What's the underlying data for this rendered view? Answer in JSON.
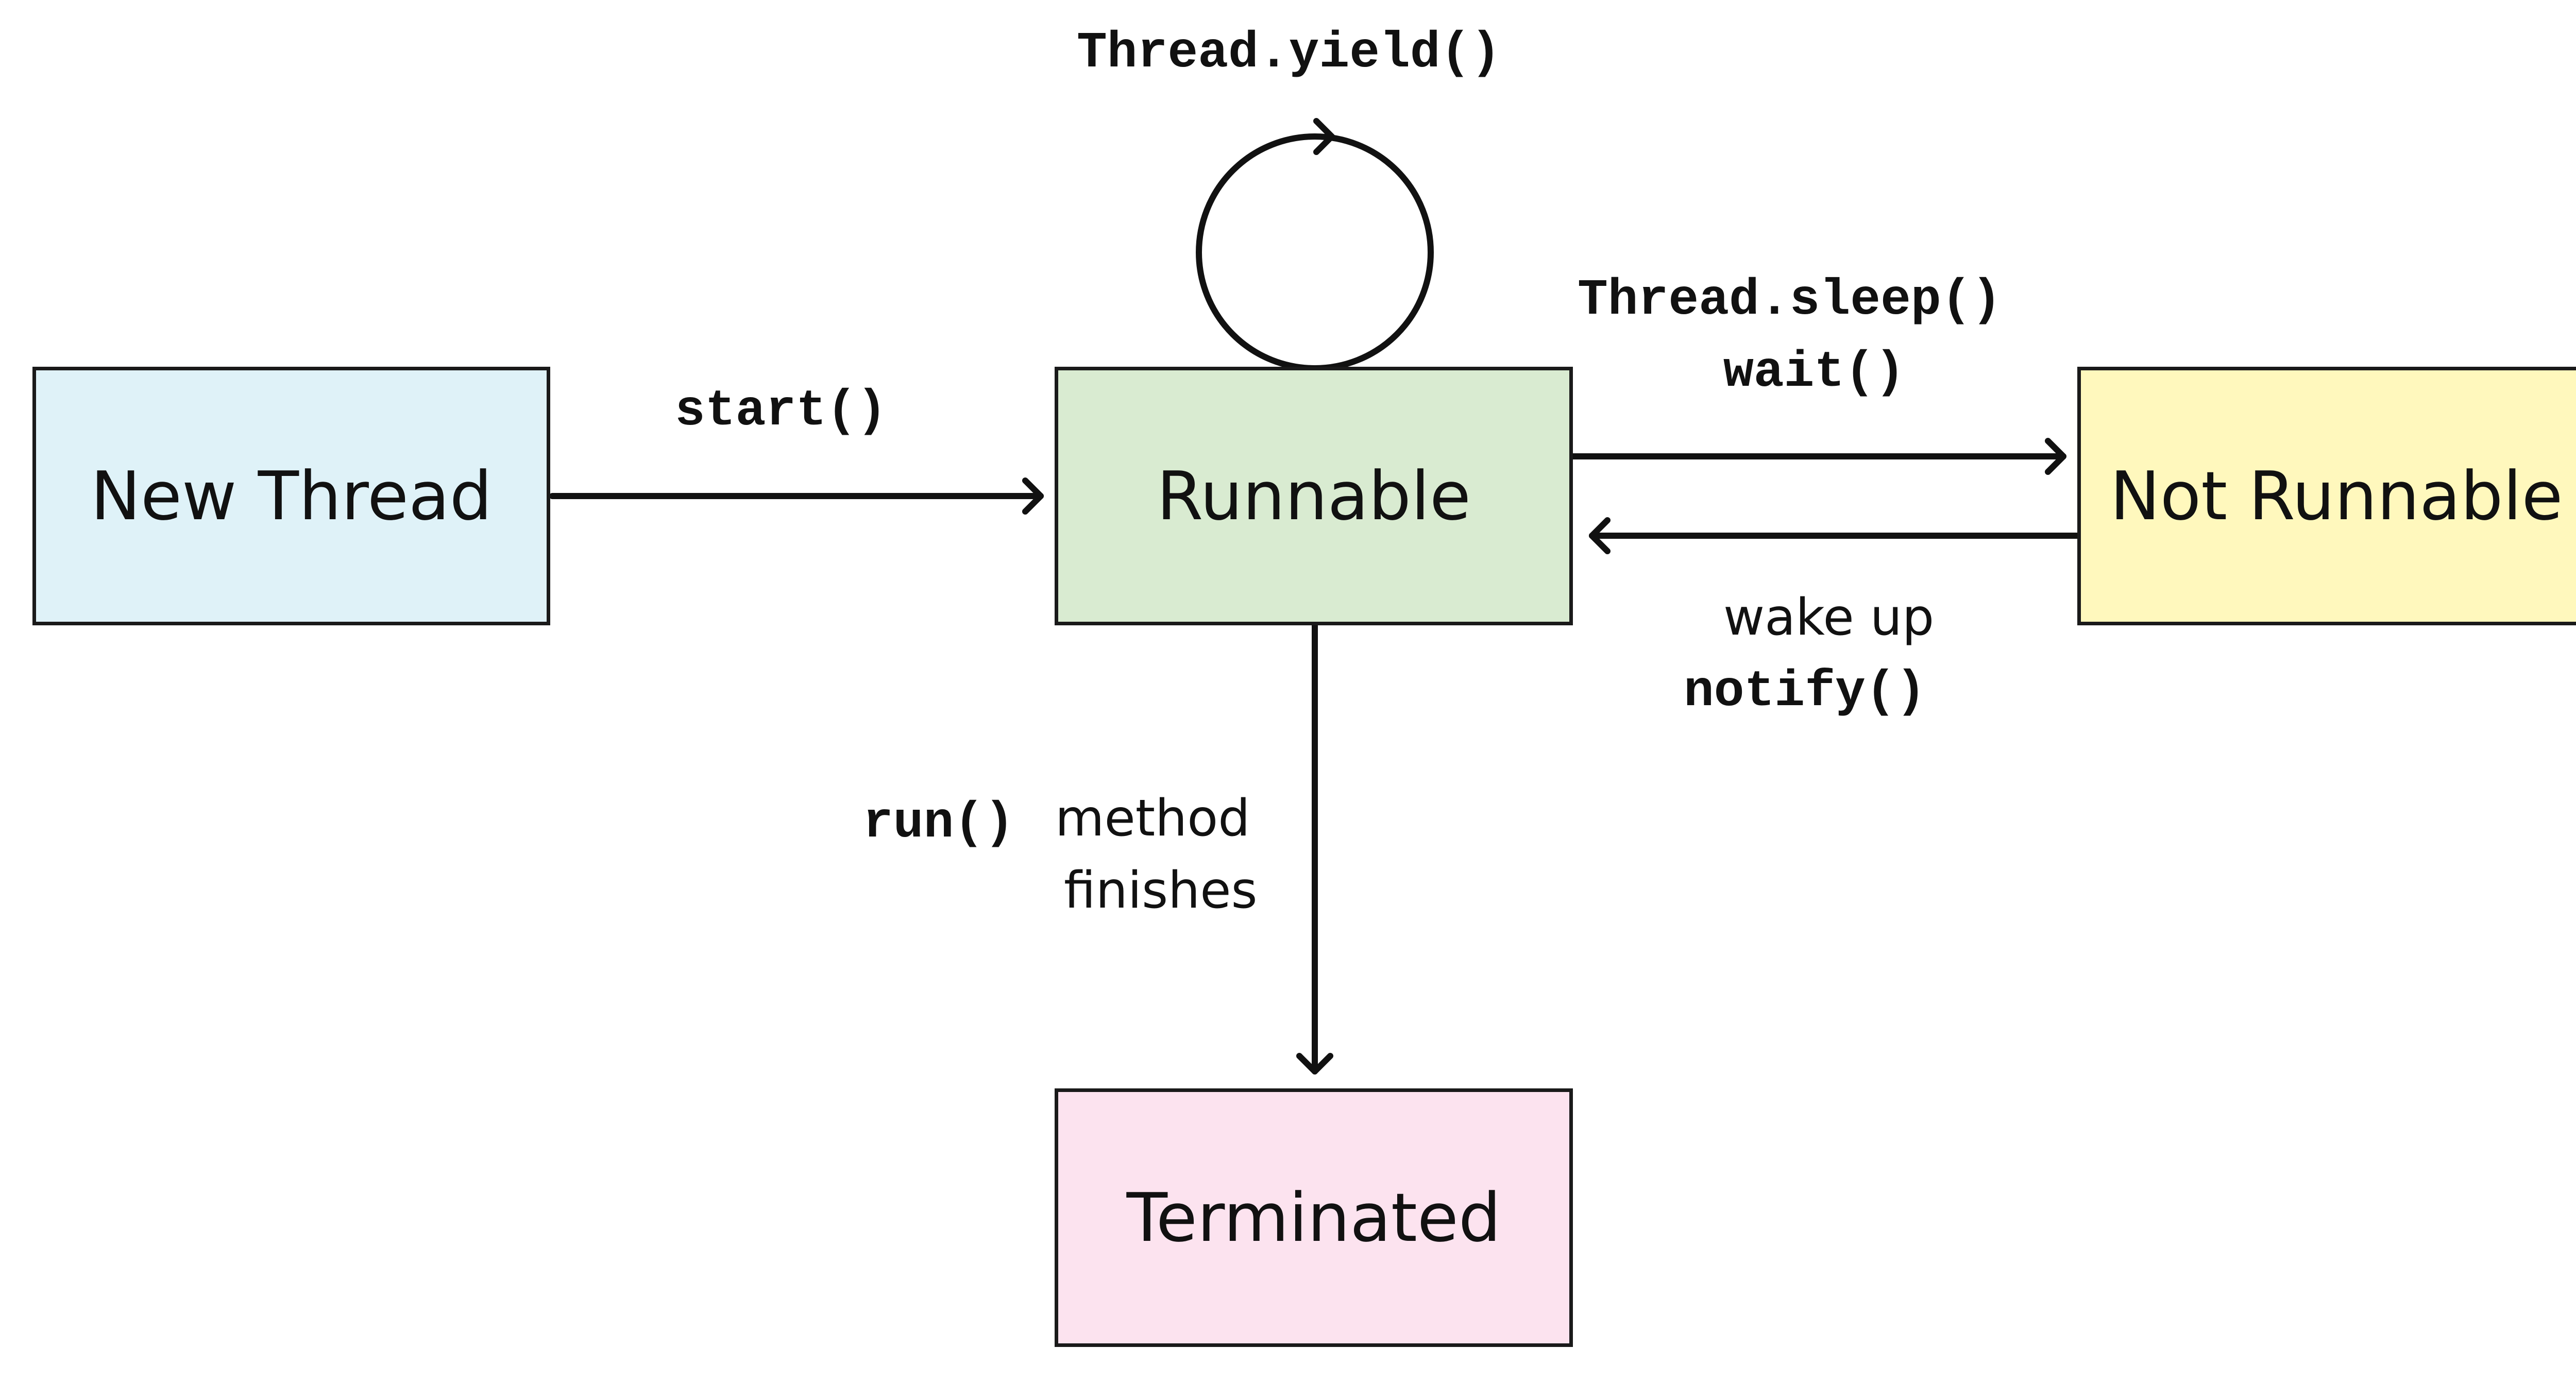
{
  "states": {
    "new_thread": {
      "label": "New Thread",
      "color": "#dff2f8"
    },
    "runnable": {
      "label": "Runnable",
      "color": "#d9ebd1"
    },
    "not_runnable": {
      "label": "Not Runnable",
      "color": "#fff8bd"
    },
    "terminated": {
      "label": "Terminated",
      "color": "#fce3ef"
    }
  },
  "transitions": {
    "start": {
      "label": "start()"
    },
    "yield": {
      "label": "Thread.yield()"
    },
    "sleep_wait": {
      "label_line1": "Thread.sleep()",
      "label_line2": "wait()"
    },
    "wake": {
      "label_line1": "wake up",
      "label_line2": "notify()"
    },
    "finish": {
      "label_code": "run()",
      "label_line1": "method",
      "label_line2": "finishes"
    }
  }
}
